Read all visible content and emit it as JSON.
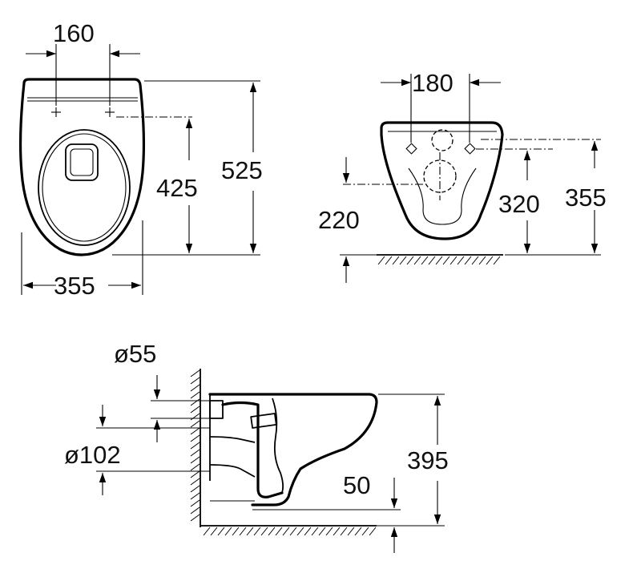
{
  "top_view": {
    "dims": {
      "hole_spacing": "160",
      "width": "355",
      "hole_to_front": "425",
      "length": "525"
    }
  },
  "front_view": {
    "dims": {
      "hole_spacing": "180",
      "lower_holes_height": "220",
      "upper_holes_height": "320",
      "total_height": "355"
    }
  },
  "side_view": {
    "dims": {
      "outlet_small": "ø55",
      "outlet_large": "ø102",
      "height": "395",
      "floor_clearance": "50"
    }
  }
}
